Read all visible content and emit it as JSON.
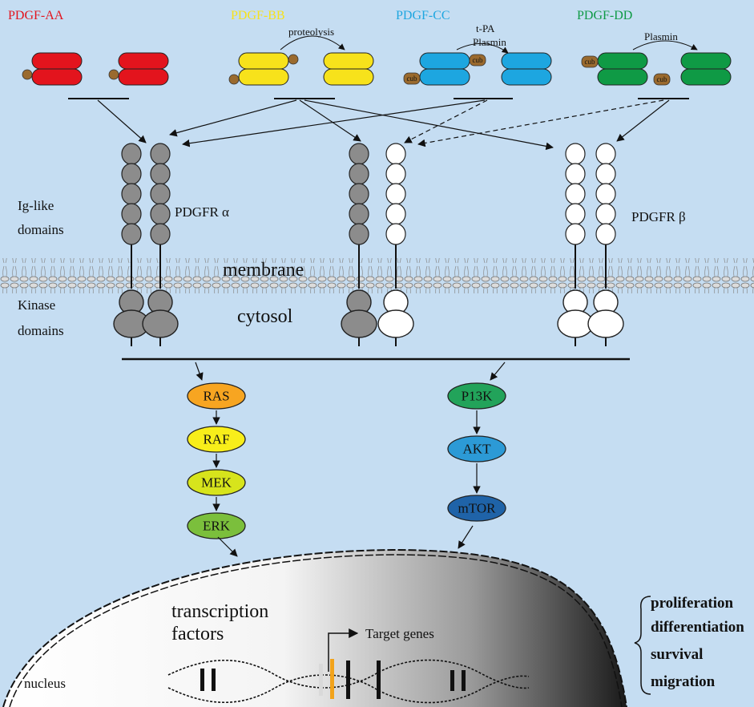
{
  "ligands": {
    "aa": "PDGF-AA",
    "bb": "PDGF-BB",
    "cc": "PDGF-CC",
    "dd": "PDGF-DD"
  },
  "colors": {
    "aa": "#e3141d",
    "bb": "#f7e21b",
    "cc": "#1da6e0",
    "dd": "#0f9a45",
    "cub": "#9a6a2e",
    "background": "#c5ddf2",
    "receptor_alpha": "#8c8c8c",
    "receptor_beta": "#ffffff"
  },
  "processing": {
    "bb": "proteolysis",
    "cc_line1": "t-PA",
    "cc_line2": "Plasmin",
    "dd": "Plasmin",
    "cub": "cub"
  },
  "labels": {
    "ig_like_1": "Ig-like",
    "ig_like_2": "domains",
    "kinase_1": "Kinase",
    "kinase_2": "domains",
    "receptor_alpha": "PDGFR α",
    "receptor_beta": "PDGFR β",
    "membrane": "membrane",
    "cytosol": "cytosol",
    "transcription_1": "transcription",
    "transcription_2": "factors",
    "target_genes": "Target genes",
    "nucleus": "nucleus"
  },
  "pathway_left": [
    {
      "label": "RAS",
      "color": "#f7a521"
    },
    {
      "label": "RAF",
      "color": "#f8ee1a"
    },
    {
      "label": "MEK",
      "color": "#d7e41c"
    },
    {
      "label": "ERK",
      "color": "#7bbf3c"
    }
  ],
  "pathway_right": [
    {
      "label": "P13K",
      "color": "#22a35a"
    },
    {
      "label": "AKT",
      "color": "#2c9ad6"
    },
    {
      "label": "mTOR",
      "color": "#1f63a8"
    }
  ],
  "outcomes": [
    "proliferation",
    "differentiation",
    "survival",
    "migration"
  ]
}
